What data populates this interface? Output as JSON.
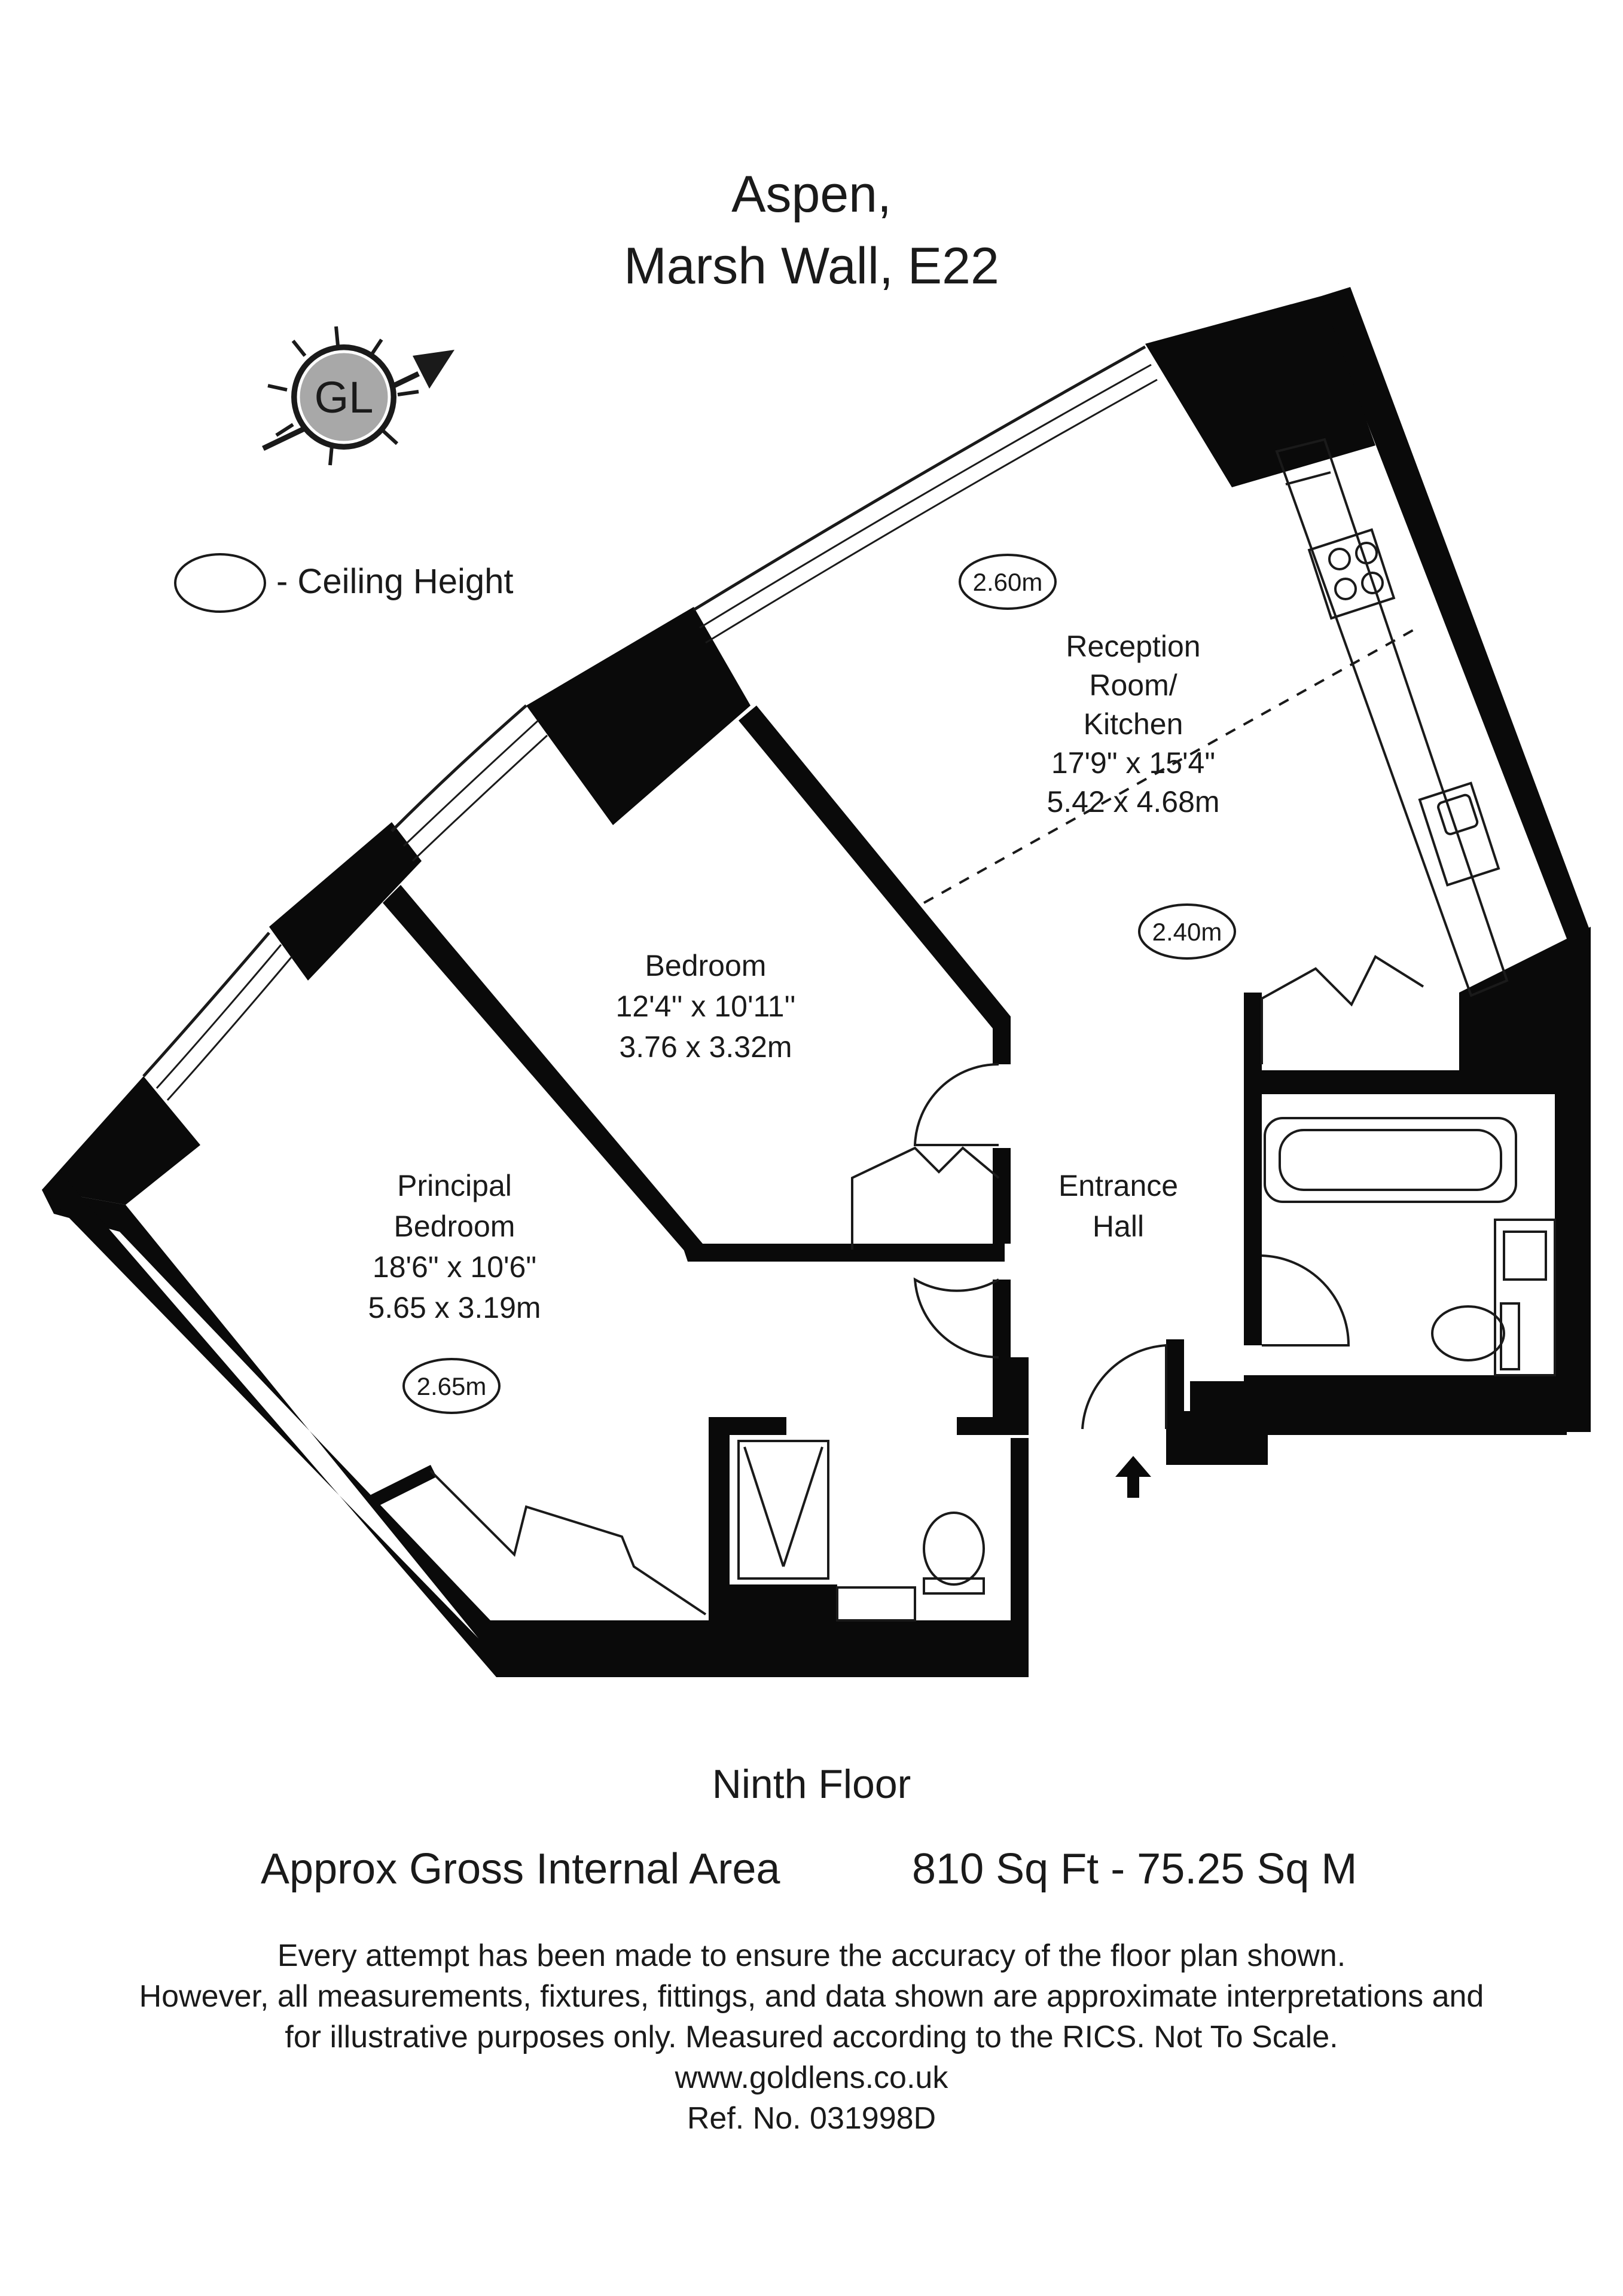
{
  "header": {
    "title_line1": "Aspen,",
    "title_line2": "Marsh Wall, E22"
  },
  "compass": {
    "logo_text": "GL",
    "icon": "sun-compass-icon"
  },
  "legend": {
    "text": "- Ceiling Height"
  },
  "rooms": {
    "reception": {
      "line1": "Reception",
      "line2": "Room/",
      "line3": "Kitchen",
      "imperial": "17'9\" x 15'4\"",
      "metric": "5.42 x 4.68m"
    },
    "bedroom": {
      "line1": "Bedroom",
      "imperial": "12'4'' x 10'11''",
      "metric": "3.76 x 3.32m"
    },
    "principal": {
      "line1": "Principal",
      "line2": "Bedroom",
      "imperial": "18'6\" x 10'6\"",
      "metric": "5.65 x 3.19m"
    },
    "hall": {
      "line1": "Entrance",
      "line2": "Hall"
    }
  },
  "ceiling_heights": {
    "reception_upper": "2.60m",
    "reception_lower": "2.40m",
    "principal": "2.65m"
  },
  "footer": {
    "floor": "Ninth Floor",
    "area_label": "Approx Gross Internal Area",
    "area_value": "810 Sq Ft  - 75.25 Sq M",
    "disclaimer1": "Every attempt has been made to ensure the accuracy of the floor plan shown.",
    "disclaimer2": "However, all measurements, fixtures, fittings, and data shown are approximate interpretations and",
    "disclaimer3": "for illustrative purposes only. Measured according to the RICS. Not To Scale.",
    "website": "www.goldlens.co.uk",
    "ref": "Ref. No. 031998D"
  },
  "colors": {
    "wall": "#0a0a0a",
    "logo_fill": "#a8a8a8",
    "line": "#1a1a1a"
  }
}
